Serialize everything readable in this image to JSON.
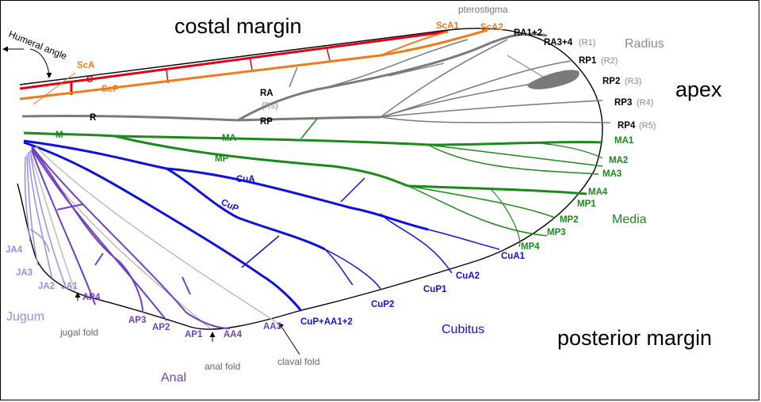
{
  "colors": {
    "costa": "#e0001a",
    "subcosta": "#f07a1c",
    "radius": "#7a7a7a",
    "media": "#1a8a1a",
    "cubitus": "#1010dd",
    "anal": "#7040c0",
    "jugal": "#9090e8",
    "fold": "#bdbdbd",
    "outline": "#000000"
  },
  "regions": {
    "costal_margin": "costal margin",
    "apex": "apex",
    "posterior_margin": "posterior margin",
    "radius": "Radius",
    "media": "Media",
    "cubitus": "Cubitus",
    "anal": "Anal",
    "jugum": "Jugum"
  },
  "annotations": {
    "humeral_angle": "Humeral angle",
    "pterostigma": "pterostigma",
    "jugal_fold": "jugal fold",
    "anal_fold": "anal fold",
    "claval_fold": "claval fold"
  },
  "veins": {
    "C": "C",
    "ScA": "ScA",
    "ScP": "ScP",
    "ScA1": "ScA1",
    "ScA2": "ScA2",
    "R": "R",
    "RA": "RA",
    "Rs": "(Rs)",
    "RP": "RP",
    "RA12": "RA1+2",
    "RA34": "RA3+4",
    "R1": "(R1)",
    "RP1": "RP1",
    "R2": "(R2)",
    "RP2": "RP2",
    "R3": "(R3)",
    "RP3": "RP3",
    "R4": "(R4)",
    "RP4": "RP4",
    "R5": "(R5)",
    "M": "M",
    "MA": "MA",
    "MP": "MP",
    "MA1": "MA1",
    "MA2": "MA2",
    "MA3": "MA3",
    "MA4": "MA4",
    "MP1": "MP1",
    "MP2": "MP2",
    "MP3": "MP3",
    "MP4": "MP4",
    "CuA": "CuA",
    "CuP": "CuP",
    "CuA1": "CuA1",
    "CuA2": "CuA2",
    "CuP1": "CuP1",
    "CuP2": "CuP2",
    "CuPAA12": "CuP+AA1+2",
    "AA3": "AA3",
    "AA4": "AA4",
    "AP1": "AP1",
    "AP2": "AP2",
    "AP3": "AP3",
    "AP4": "AP4",
    "JA1": "JA1",
    "JA2": "JA2",
    "JA3": "JA3",
    "JA4": "JA4"
  }
}
